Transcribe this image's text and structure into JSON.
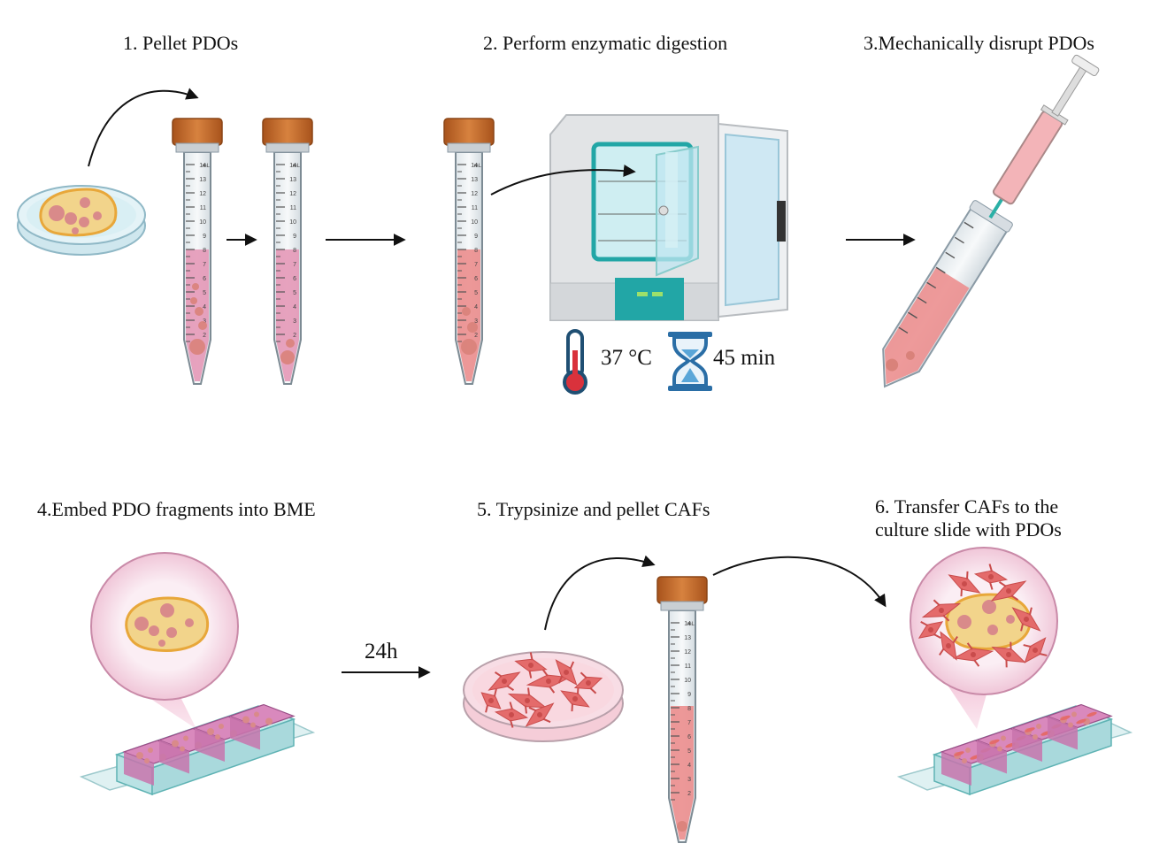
{
  "steps": {
    "s1": "1.  Pellet PDOs",
    "s2": "2. Perform enzymatic digestion",
    "s3": "3.Mechanically disrupt PDOs",
    "s4": "4.Embed PDO fragments into BME",
    "s5": "5. Trypsinize and pellet CAFs",
    "s6_line1": "6. Transfer CAFs to the",
    "s6_line2": "culture slide with PDOs"
  },
  "incubation": {
    "temperature": "37 °C",
    "duration": "45 min"
  },
  "wait_label": "24h",
  "tube_scale": [
    "14",
    "13",
    "12",
    "11",
    "10",
    "9",
    "8",
    "7",
    "6",
    "5",
    "4",
    "3",
    "2"
  ],
  "tube_unit": "mL",
  "colors": {
    "cap": "#c46a2a",
    "medium_pink": "#e59ab8",
    "medium_red": "#ec8f8f",
    "organoid": "#f2d48b",
    "organoid_ring": "#e8a73a",
    "cluster": "#d98a8a",
    "caf": "#e46b6b",
    "incubator_teal": "#22a6a6",
    "hourglass": "#2a6ea6",
    "thermo_red": "#d9323c"
  }
}
